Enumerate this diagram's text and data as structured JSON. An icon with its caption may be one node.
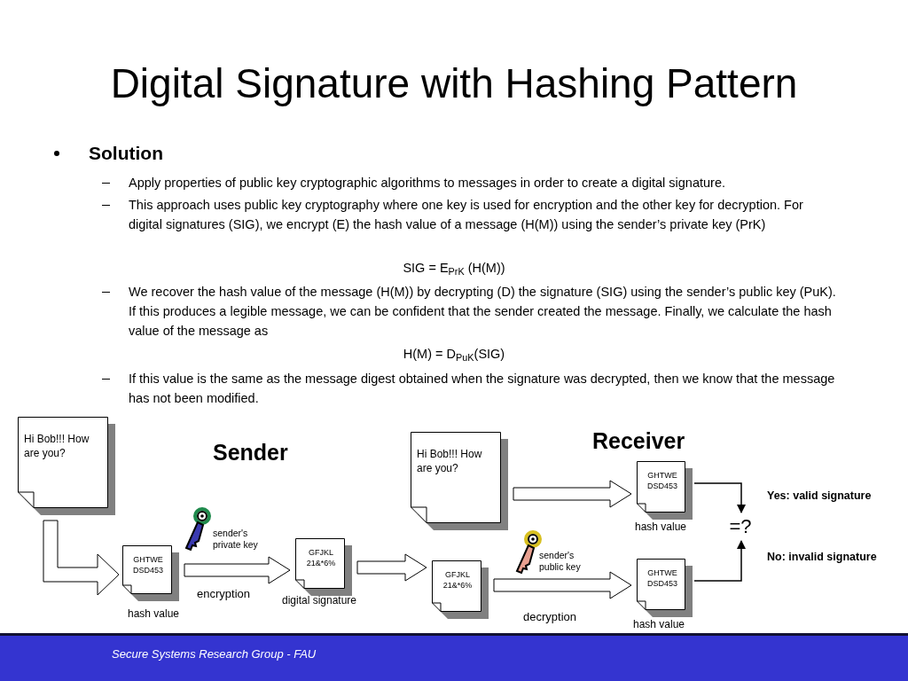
{
  "diagram": {
    "title": "Digital Signature with Hashing Pattern",
    "nodes": [
      {
        "text": [
          "Hi Bob!!! How are you?"
        ]
      },
      {
        "text": [
          "GHTWE DSD453"
        ],
        "beside": [
          "hash value"
        ]
      },
      {
        "text": [
          "GFJKL 21&*6%"
        ],
        "beside": [
          "digital signature"
        ]
      },
      {
        "text": [
          "Hi Bob!!! How are you?"
        ]
      },
      {
        "text": [
          "GHTWE DSD453"
        ],
        "beside": [
          "hash value"
        ]
      },
      {
        "text": [
          "GFJKL 21&*6%"
        ]
      },
      {
        "text": [
          "GHTWE DSD453"
        ],
        "beside": [
          "hash value"
        ]
      },
      {
        "text": [
          "=?"
        ]
      }
    ],
    "edges": [
      {
        "from": 0,
        "to": 1,
        "arrow": "to",
        "style": "thick"
      },
      {
        "from": 1,
        "to": 2,
        "arrow": "to",
        "style": "thick",
        "label": "encryption"
      },
      {
        "from": 2,
        "to": 5,
        "arrow": "to",
        "style": "thick"
      },
      {
        "from": 3,
        "to": 4,
        "arrow": "to",
        "style": "thick"
      },
      {
        "from": 5,
        "to": 6,
        "arrow": "to",
        "style": "thick",
        "label": "decryption"
      },
      {
        "from": 4,
        "to": 7,
        "arrow": "to"
      },
      {
        "from": 6,
        "to": 7,
        "arrow": "to"
      }
    ],
    "labels": [
      "Solution",
      "Apply properties of public key cryptographic algorithms to messages in order to create a digital signature.",
      "This approach uses public key cryptography where one key is used for encryption and the other key for decryption.  For digital signatures (SIG), we encrypt (E) the hash value of a message (H(M)) using the sender’s private key (PrK)",
      "SIG = E$_{PrK}$ (H(M))",
      "We recover the hash value of the message (H(M)) by decrypting (D) the signature (SIG) using the sender’s public key (PuK). If this produces a legible message, we can be confident that the sender created the message. Finally, we calculate the hash value of the message as",
      "H(M) = D$_{PuK}$(SIG)",
      "If this value is the same as the message digest obtained when the signature was decrypted, then we know that the message has not been modified.",
      "Sender",
      "Receiver",
      "sender's private key",
      "sender's public key",
      "Yes: valid signature",
      "No: invalid signature",
      "Secure Systems Research Group - FAU"
    ]
  }
}
